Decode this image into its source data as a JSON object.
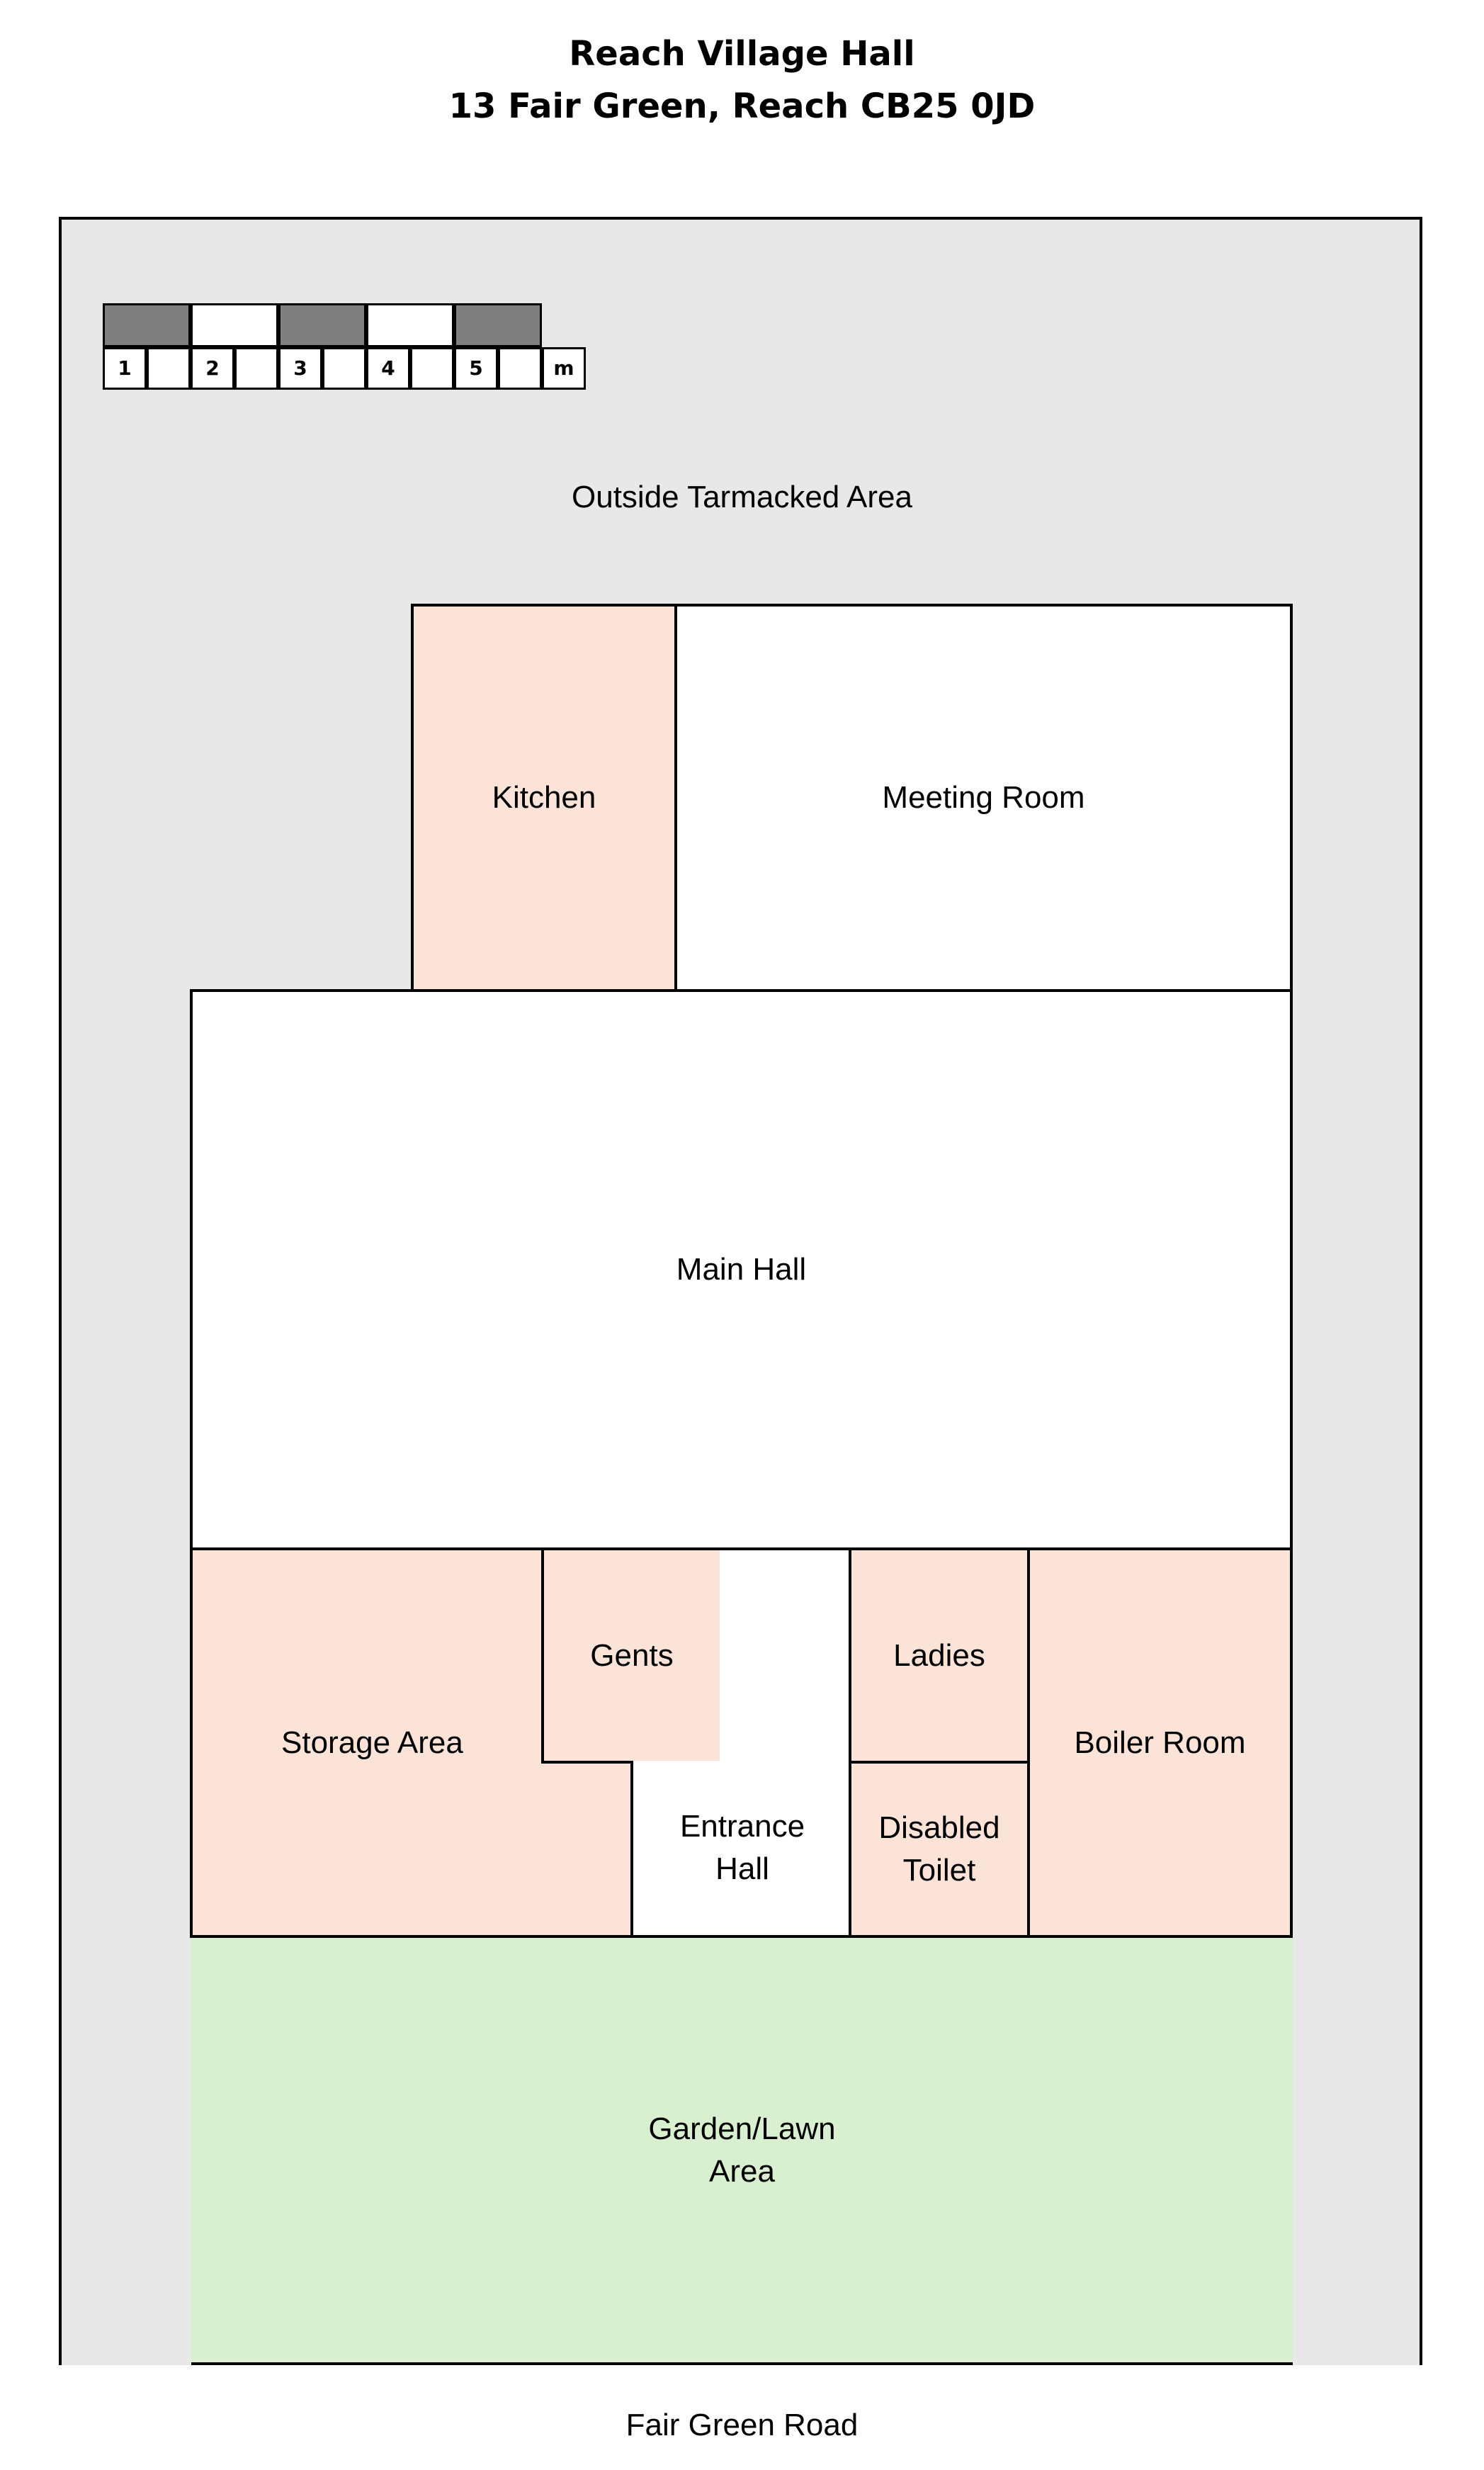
{
  "header": {
    "title": "Reach Village Hall",
    "address": "13 Fair Green, Reach CB25 0JD"
  },
  "scale_bar": {
    "labels": [
      "1",
      "",
      "2",
      "",
      "3",
      "",
      "4",
      "",
      "5",
      "",
      "m"
    ],
    "dark_color": "#7f7f7f"
  },
  "areas": {
    "outside": "Outside Tarmacked Area",
    "garden": "Garden/Lawn\nArea",
    "road": "Fair Green Road"
  },
  "rooms": {
    "kitchen": "Kitchen",
    "meeting_room": "Meeting Room",
    "main_hall": "Main Hall",
    "storage_area": "Storage Area",
    "gents": "Gents",
    "entrance_hall": "Entrance\nHall",
    "ladies": "Ladies",
    "disabled_toilet": "Disabled\nToilet",
    "boiler_room": "Boiler Room"
  },
  "colors": {
    "service_room": "#fbe3d8",
    "garden": "#d9f0d0",
    "site": "#e8e8e8"
  }
}
